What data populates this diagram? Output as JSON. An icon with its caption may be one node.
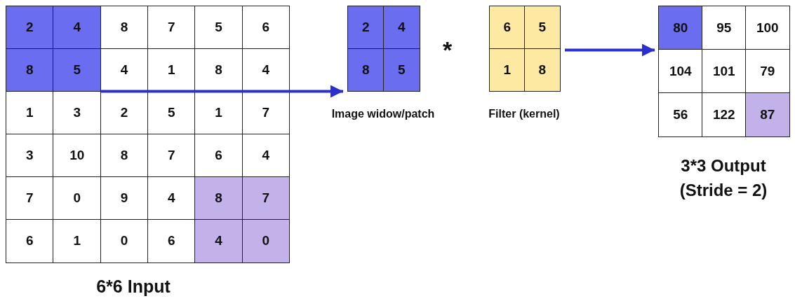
{
  "diagram": {
    "nodes": [
      {
        "text": [
          "6*6 Input"
        ]
      },
      {
        "text": [
          "2"
        ],
        "in": 0
      },
      {
        "text": [
          "4"
        ],
        "in": 0
      },
      {
        "text": [
          "8"
        ],
        "in": 0
      },
      {
        "text": [
          "7"
        ],
        "in": 0
      },
      {
        "text": [
          "5"
        ],
        "in": 0
      },
      {
        "text": [
          "6"
        ],
        "in": 0
      },
      {
        "text": [
          "8"
        ],
        "in": 0
      },
      {
        "text": [
          "5"
        ],
        "in": 0
      },
      {
        "text": [
          "4"
        ],
        "in": 0
      },
      {
        "text": [
          "1"
        ],
        "in": 0
      },
      {
        "text": [
          "8"
        ],
        "in": 0
      },
      {
        "text": [
          "4"
        ],
        "in": 0
      },
      {
        "text": [
          "1"
        ],
        "in": 0
      },
      {
        "text": [
          "3"
        ],
        "in": 0
      },
      {
        "text": [
          "2"
        ],
        "in": 0
      },
      {
        "text": [
          "5"
        ],
        "in": 0
      },
      {
        "text": [
          "1"
        ],
        "in": 0
      },
      {
        "text": [
          "7"
        ],
        "in": 0
      },
      {
        "text": [
          "3"
        ],
        "in": 0
      },
      {
        "text": [
          "10"
        ],
        "in": 0
      },
      {
        "text": [
          "8"
        ],
        "in": 0
      },
      {
        "text": [
          "7"
        ],
        "in": 0
      },
      {
        "text": [
          "6"
        ],
        "in": 0
      },
      {
        "text": [
          "4"
        ],
        "in": 0
      },
      {
        "text": [
          "7"
        ],
        "in": 0
      },
      {
        "text": [
          "0"
        ],
        "in": 0
      },
      {
        "text": [
          "9"
        ],
        "in": 0
      },
      {
        "text": [
          "4"
        ],
        "in": 0
      },
      {
        "text": [
          "8"
        ],
        "in": 0
      },
      {
        "text": [
          "7"
        ],
        "in": 0
      },
      {
        "text": [
          "6"
        ],
        "in": 0
      },
      {
        "text": [
          "1"
        ],
        "in": 0
      },
      {
        "text": [
          "0"
        ],
        "in": 0
      },
      {
        "text": [
          "6"
        ],
        "in": 0
      },
      {
        "text": [
          "4"
        ],
        "in": 0
      },
      {
        "text": [
          "0"
        ],
        "in": 0
      },
      {
        "text": [
          "Image widow/patch"
        ]
      },
      {
        "text": [
          "2"
        ],
        "in": 37
      },
      {
        "text": [
          "4"
        ],
        "in": 37
      },
      {
        "text": [
          "8"
        ],
        "in": 37
      },
      {
        "text": [
          "5"
        ],
        "in": 37
      },
      {
        "text": [
          "Filter (kernel)"
        ]
      },
      {
        "text": [
          "6"
        ],
        "in": 42
      },
      {
        "text": [
          "5"
        ],
        "in": 42
      },
      {
        "text": [
          "1"
        ],
        "in": 42
      },
      {
        "text": [
          "8"
        ],
        "in": 42
      },
      {
        "text": [
          "3*3 Output (Stride = 2)"
        ]
      },
      {
        "text": [
          "80"
        ],
        "in": 47
      },
      {
        "text": [
          "95"
        ],
        "in": 47
      },
      {
        "text": [
          "100"
        ],
        "in": 47
      },
      {
        "text": [
          "104"
        ],
        "in": 47
      },
      {
        "text": [
          "101"
        ],
        "in": 47
      },
      {
        "text": [
          "79"
        ],
        "in": 47
      },
      {
        "text": [
          "56"
        ],
        "in": 47
      },
      {
        "text": [
          "122"
        ],
        "in": 47
      },
      {
        "text": [
          "87"
        ],
        "in": 47
      }
    ],
    "edges": [
      {
        "from": 8,
        "to": 37,
        "arrow": "to"
      },
      {
        "from": 42,
        "to": 47,
        "arrow": "to"
      }
    ],
    "labels": [
      "*"
    ]
  }
}
